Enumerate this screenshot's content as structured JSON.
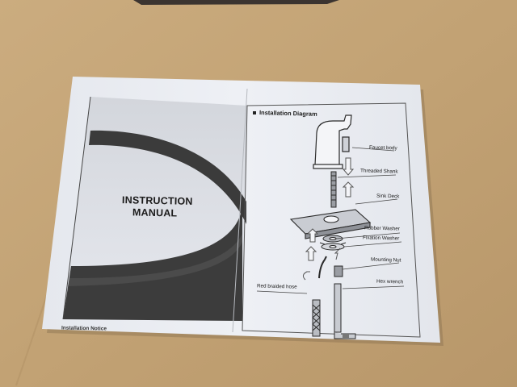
{
  "manual": {
    "title_line1": "INSTRUCTION",
    "title_line2": "MANUAL",
    "footer_text": "Installation Notice"
  },
  "diagram": {
    "heading": "Installation Diagram",
    "labels": {
      "faucet_body": "Faucet body",
      "threaded_shank": "Threaded Shank",
      "sink_deck": "Sink Deck",
      "rubber_washer": "Rubber Washer",
      "fixation_washer": "Fixation Washer",
      "mounting_nut": "Mounting Nut",
      "hex_wrench": "Hex wrench",
      "red_braided_hose": "Red braided hose"
    }
  },
  "colors": {
    "cardboard": "#c6a77a",
    "paper": "#e9ecf2",
    "band_dark": "#3a3a3a",
    "band_light": "#d8dbe0"
  }
}
